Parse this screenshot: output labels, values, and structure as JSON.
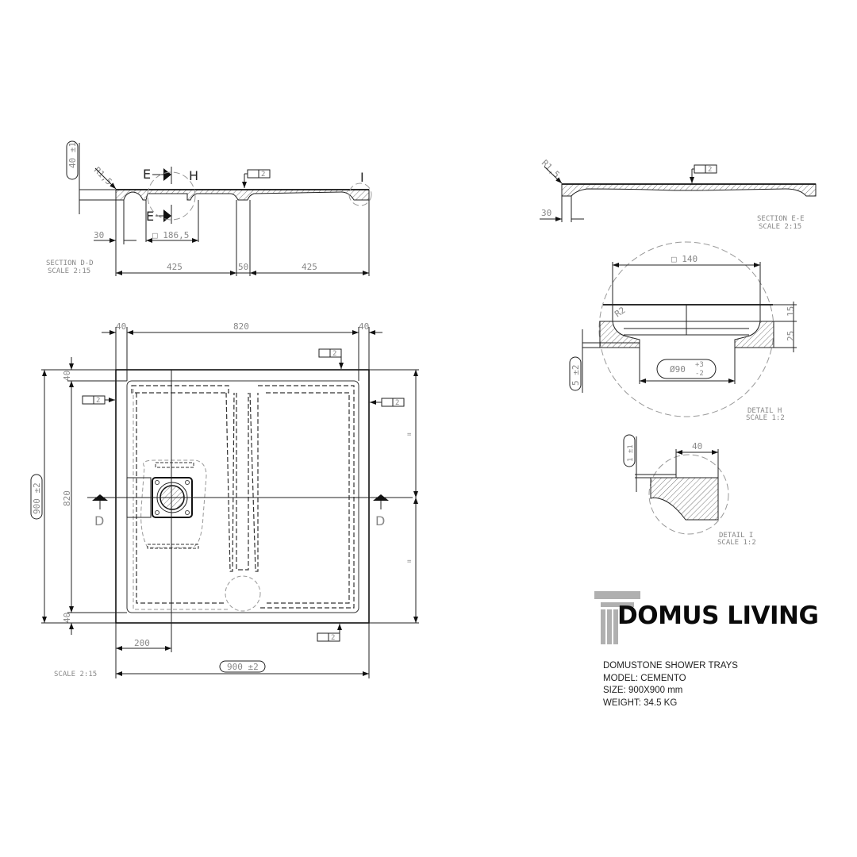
{
  "section_d": {
    "title": "SECTION D-D",
    "scale": "SCALE 2:15",
    "height_tol": "40 ±1",
    "radius": "R1,5",
    "cut_label_top": "E",
    "cut_label_bottom": "E",
    "detail_h_marker": "H",
    "detail_i_marker": "I",
    "flatness": "2",
    "dim_30": "30",
    "dim_drain": "□ 186,5",
    "dim_left": "425",
    "dim_mid": "50",
    "dim_right": "425"
  },
  "section_e": {
    "title": "SECTION E-E",
    "scale": "SCALE 2:15",
    "radius": "R1,5",
    "flatness": "2",
    "dim_30": "30"
  },
  "detail_h": {
    "title": "DETAIL H",
    "scale": "SCALE 1:2",
    "dim_width": "□ 140",
    "radius": "R2",
    "dim_15": "15",
    "dim_25": "25",
    "dim_5": "5 ±2",
    "dim_dia": "Ø90",
    "tol_plus": "+3",
    "tol_minus": "-2"
  },
  "detail_i": {
    "title": "DETAIL I",
    "scale": "SCALE 1:2",
    "dim_40": "40",
    "dim_1": "1 ±1"
  },
  "plan": {
    "scale": "SCALE 2:15",
    "dim_top_left": "40",
    "dim_top_mid": "820",
    "dim_top_right": "40",
    "dim_left_total": "900 ±2",
    "dim_left_inner": "820",
    "dim_left_top": "40",
    "dim_left_bottom": "40",
    "dim_bottom_200": "200",
    "dim_bottom_total": "900 ±2",
    "right_eq_top": "=",
    "right_eq_bottom": "=",
    "section_left": "D",
    "section_right": "D",
    "flatness": "2"
  },
  "brand": {
    "name": "DOMUS LIVING",
    "lines": [
      "DOMUSTONE SHOWER TRAYS",
      "MODEL: CEMENTO",
      "SIZE: 900X900 mm",
      "WEIGHT: 34.5 KG"
    ],
    "logo_color": "#b0b0b0"
  }
}
